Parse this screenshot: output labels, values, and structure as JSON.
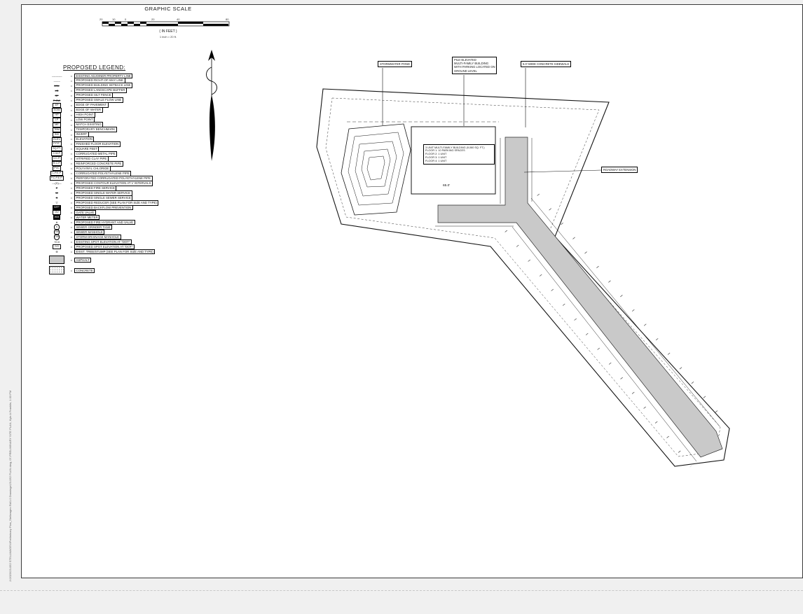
{
  "graphic_scale": {
    "title": "GRAPHIC SCALE",
    "ticks": [
      "20",
      "10",
      "0",
      "20",
      "40",
      "80"
    ],
    "units_note": "( IN FEET )",
    "scale_note": "1 inch = 20 ft."
  },
  "legend": {
    "title": "PROPOSED LEGEND:",
    "eq": "=",
    "items": [
      {
        "sym": "————",
        "style": "plainline",
        "label": "EXISTING ADJOINER PROPERTY LINE"
      },
      {
        "sym": "– – – –",
        "style": "plainline",
        "label": "PROPOSED RIGHT-OF-WAY LINE"
      },
      {
        "sym": "BSL",
        "style": "line",
        "label": "PROPOSED BUILDING SETBACK LINE"
      },
      {
        "sym": "LB",
        "style": "line",
        "label": "PROPOSED LANDSCAPE BUFFER"
      },
      {
        "sym": "SF",
        "style": "line",
        "label": "PROPOSED SILT FENCE"
      },
      {
        "sym": "P-SW",
        "style": "line",
        "label": "PROPOSED SWALE FLOW LINE"
      },
      {
        "sym": "EP",
        "style": "box",
        "label": "EDGE OF PAVEMENT"
      },
      {
        "sym": "EOW",
        "style": "box",
        "label": "EDGE OF WATER"
      },
      {
        "sym": "HP",
        "style": "box",
        "label": "HIGH POINT"
      },
      {
        "sym": "LP",
        "style": "box",
        "label": "LOW POINT"
      },
      {
        "sym": "ME",
        "style": "box",
        "label": "MATCH EXISTING"
      },
      {
        "sym": "TBM",
        "style": "box",
        "label": "TEMPORARY BENCHMARK"
      },
      {
        "sym": "INV",
        "style": "box",
        "label": "INVERT"
      },
      {
        "sym": "ELEV",
        "style": "box",
        "label": "ELEVATION"
      },
      {
        "sym": "F.F.E.",
        "style": "box",
        "label": "FINISHED FLOOR ELEVATION"
      },
      {
        "sym": "SQ.FT.",
        "style": "box",
        "label": "SQUARE FEET"
      },
      {
        "sym": "C.M.P.",
        "style": "box",
        "label": "CORRUGATED METAL PIPE"
      },
      {
        "sym": "V.C.P.",
        "style": "box",
        "label": "VITRIFIED CLAY PIPE"
      },
      {
        "sym": "R.C.P.",
        "style": "box",
        "label": "REINFORCED CONCRETE PIPE"
      },
      {
        "sym": "PVC",
        "style": "box",
        "label": "POLYVINYL CHLORIDE"
      },
      {
        "sym": "C.P.E.P.",
        "style": "box",
        "label": "CORRUGATED POLYETHYLENE PIPE"
      },
      {
        "sym": "P.C.P.E.P.",
        "style": "box",
        "label": "PERFORATED CORRUGATED POLYETHYLENE PIPE"
      },
      {
        "sym": "—(X)—",
        "style": "plain",
        "label": "PROPOSED CONTOUR ELEVATION AT 1' INTERVALS"
      },
      {
        "sym": "F",
        "style": "line",
        "label": "PROPOSED FIRE SERVICE"
      },
      {
        "sym": "W",
        "style": "line",
        "label": "PROPOSED SINGLE WATER SERVICE"
      },
      {
        "sym": "S",
        "style": "line",
        "label": "PROPOSED SINGLE SEWER SERVICE"
      },
      {
        "sym": "▽",
        "style": "plain",
        "label": "PROPOSED REDUCER (SEE PLAN FOR SIZE AND TYPE)"
      },
      {
        "sym": "BFP",
        "style": "boxfill",
        "label": "PROPOSED BACKFLOW PREVENTION"
      },
      {
        "sym": "GV",
        "style": "box",
        "label": "GATE VALVE"
      },
      {
        "sym": "WM",
        "style": "boxfill",
        "label": "WATER METER"
      },
      {
        "sym": "⌖",
        "style": "plain",
        "label": "PROPOSED FIRE HYDRANT AND VALVE"
      },
      {
        "sym": "S",
        "style": "circle",
        "label": "SEWER GRINDER TANK"
      },
      {
        "sym": "SM",
        "style": "circle",
        "label": "SEWER MANHOLE"
      },
      {
        "sym": "DM",
        "style": "circle",
        "label": "STORM DRAINAGE MANHOLE"
      },
      {
        "sym": "+0.0",
        "style": "plain",
        "label": "EXISTING SPOT ELEVATION AT \"DOT\""
      },
      {
        "sym": "0.0",
        "style": "box",
        "label": "PROPOSED SPOT ELEVATION AT \"DOT\""
      },
      {
        "sym": "⊕",
        "style": "plain",
        "label": "EXIST. TREE/STUMP (SEE PLAN FOR SIZE AND TYPE)"
      },
      {
        "sym": "",
        "style": "gray",
        "label": "ASPHALT"
      },
      {
        "sym": "",
        "style": "dots",
        "label": "CONCRETE"
      }
    ]
  },
  "callouts": {
    "stormwater_pond": "STORMWATER POND",
    "building_lines": [
      "PILE-ELEVATED",
      "MULTI-FAMILY BUILDING",
      "WITH PARKING LOCATED ON",
      "GROUND LEVEL"
    ],
    "sidewalk": "5.0'-WIDE CONCRETE SIDEWALK",
    "roadway": "ROADWAY EXTENSION"
  },
  "building_note": {
    "lines": [
      "3 UNIT MULTI-FAMILY BUILDING (9,060 SQ. FT.)",
      "FLOOR 1: 10 PARKING SPACES",
      "FLOOR 2: 1 UNIT",
      "FLOOR 3: 1 UNIT",
      "FLOOR 4: 1 UNIT"
    ]
  },
  "dimensions": {
    "building_width": "65.0'"
  },
  "plot_stamp": "J:\\2023\\23-052 STELLWAGEN\\Preliminary Plan_Stellwagen Rd\\1.0 Drawings\\23-052 PLAN.dwg, 07-PRELIMINARY SITE PLAN, Kyle A Franklin, 1:33 PM",
  "colors": {
    "asphalt": "#c9c9c9",
    "line": "#141414"
  }
}
